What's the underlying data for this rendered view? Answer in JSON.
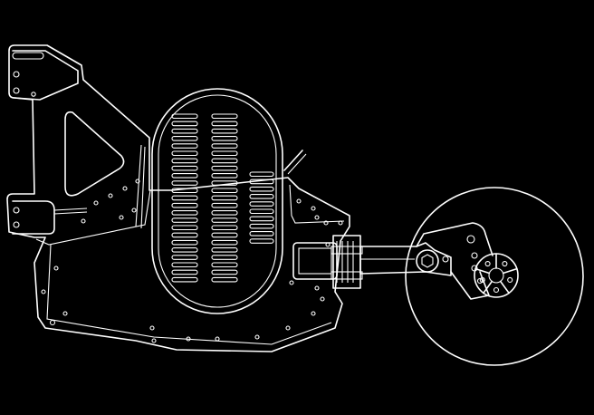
{
  "drawing": {
    "background_color": "#000000",
    "line_color": "#ffffff",
    "style": "white line-art technical drawing on black background",
    "components": [
      "frame-plate",
      "tine-slot-cover",
      "arm-linkage",
      "gauge-wheel"
    ]
  }
}
